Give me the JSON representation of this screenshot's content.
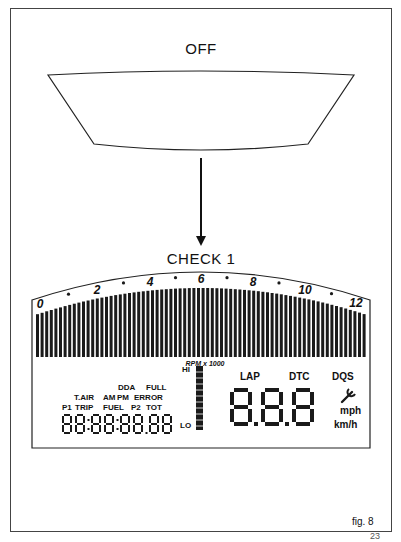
{
  "diagram": {
    "caption": "fig. 8",
    "nodes": [
      {
        "text": [
          "OFF"
        ]
      },
      {
        "text": [
          "CHECK 1"
        ]
      }
    ],
    "edges": [
      {
        "from": 0,
        "to": 1,
        "arrow": "to"
      }
    ],
    "labels": [
      "0",
      "2",
      "4",
      "6",
      "8",
      "10",
      "12",
      "RPM x 1000",
      "DDA",
      "FULL",
      "T.AIR",
      "AM",
      "PM",
      "ERROR",
      "P1",
      "TRIP",
      "FUEL",
      "P2",
      "TOT",
      "HI",
      "LO",
      "LAP",
      "DTC",
      "DQS",
      "mph",
      "km/h",
      "23"
    ]
  }
}
